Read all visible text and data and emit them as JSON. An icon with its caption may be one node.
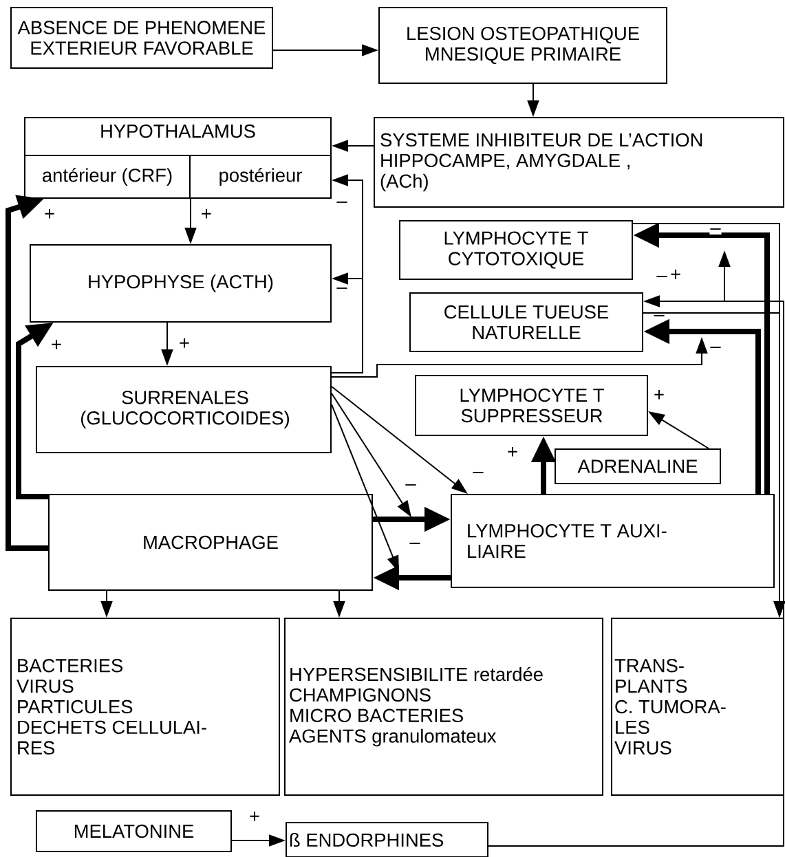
{
  "diagram": {
    "nodes": [
      {
        "text": [
          "ABSENCE DE PHENOMENE EXTERIEUR FAVORABLE"
        ]
      },
      {
        "text": [
          "LESION OSTEOPATHIQUE MNESIQUE PRIMAIRE"
        ]
      },
      {
        "text": [
          "HYPOTHALAMUS"
        ]
      },
      {
        "text": [
          "antérieur (CRF)"
        ],
        "in": 2
      },
      {
        "text": [
          "postérieur"
        ],
        "in": 2
      },
      {
        "text": [
          "SYSTEME INHIBITEUR DE L’ACTION",
          "HIPPOCAMPE, AMYGDALE ,",
          "(ACh)"
        ]
      },
      {
        "text": [
          "LYMPHOCYTE T CYTOTOXIQUE"
        ]
      },
      {
        "text": [
          "CELLULE TUEUSE NATURELLE"
        ]
      },
      {
        "text": [
          "HYPOPHYSE (ACTH)"
        ]
      },
      {
        "text": [
          "SURRENALES (GLUCOCORTICOIDES)"
        ]
      },
      {
        "text": [
          "LYMPHOCYTE T SUPPRESSEUR"
        ]
      },
      {
        "text": [
          "ADRENALINE"
        ]
      },
      {
        "text": [
          "MACROPHAGE"
        ]
      },
      {
        "text": [
          "LYMPHOCYTE T AUXI- LIAIRE"
        ]
      },
      {
        "text": [
          "BACTERIES",
          "VIRUS",
          "PARTICULES",
          "DECHETS CELLULAI- RES"
        ]
      },
      {
        "text": [
          "HYPERSENSIBILITE retardée",
          "CHAMPIGNONS",
          "MICRO BACTERIES",
          "AGENTS granulomateux"
        ]
      },
      {
        "text": [
          "TRANS- PLANTS",
          "C. TUMORA- LES",
          "VIRUS"
        ]
      },
      {
        "text": [
          "MELATONINE"
        ]
      },
      {
        "text": [
          "ß ENDORPHINES"
        ]
      }
    ],
    "edges": [
      {
        "from": 0,
        "to": 1,
        "arrow": "to"
      },
      {
        "from": 1,
        "to": 5,
        "arrow": "to"
      },
      {
        "from": 5,
        "to": 2,
        "arrow": "to"
      },
      {
        "from": 2,
        "to": 8,
        "arrow": "to",
        "label": "+"
      },
      {
        "from": 8,
        "to": 9,
        "arrow": "to",
        "label": "+"
      },
      {
        "from": 9,
        "to": 4,
        "arrow": "to",
        "label": "–"
      },
      {
        "from": 9,
        "to": 8,
        "arrow": "to",
        "label": "–"
      },
      {
        "from": 12,
        "to": 2,
        "arrow": "to",
        "label": "+",
        "style": "thick"
      },
      {
        "from": 12,
        "to": 8,
        "arrow": "to",
        "label": "+",
        "style": "thick"
      },
      {
        "from": 9,
        "to": 13,
        "arrow": "to",
        "label": "–"
      },
      {
        "from": 9,
        "to": null,
        "arrow": "to",
        "label": "–"
      },
      {
        "from": 9,
        "to": null,
        "arrow": "to",
        "label": "–"
      },
      {
        "from": 12,
        "to": 13,
        "arrow": "to",
        "style": "thick"
      },
      {
        "from": 13,
        "to": 12,
        "arrow": "to",
        "style": "thick"
      },
      {
        "from": 13,
        "to": 10,
        "arrow": "to",
        "label": "+",
        "style": "thick"
      },
      {
        "from": 11,
        "to": 10,
        "arrow": "to",
        "label": "+"
      },
      {
        "from": 12,
        "to": 14,
        "arrow": "to"
      },
      {
        "from": 12,
        "to": 15,
        "arrow": "to"
      },
      {
        "from": 13,
        "to": 6,
        "arrow": "to",
        "label": "–",
        "style": "thick"
      },
      {
        "from": 13,
        "to": 7,
        "arrow": "to",
        "label": "–",
        "style": "thick"
      },
      {
        "from": 18,
        "to": 7,
        "arrow": "to",
        "label": "–"
      },
      {
        "from": 18,
        "to": null,
        "arrow": "to",
        "label": "+"
      },
      {
        "from": 9,
        "to": null,
        "arrow": "to",
        "label": "–"
      },
      {
        "from": 6,
        "to": 16,
        "arrow": "to"
      },
      {
        "from": 7,
        "to": 16,
        "arrow": "to"
      },
      {
        "from": 17,
        "to": 18,
        "arrow": "to",
        "label": "+"
      }
    ]
  }
}
